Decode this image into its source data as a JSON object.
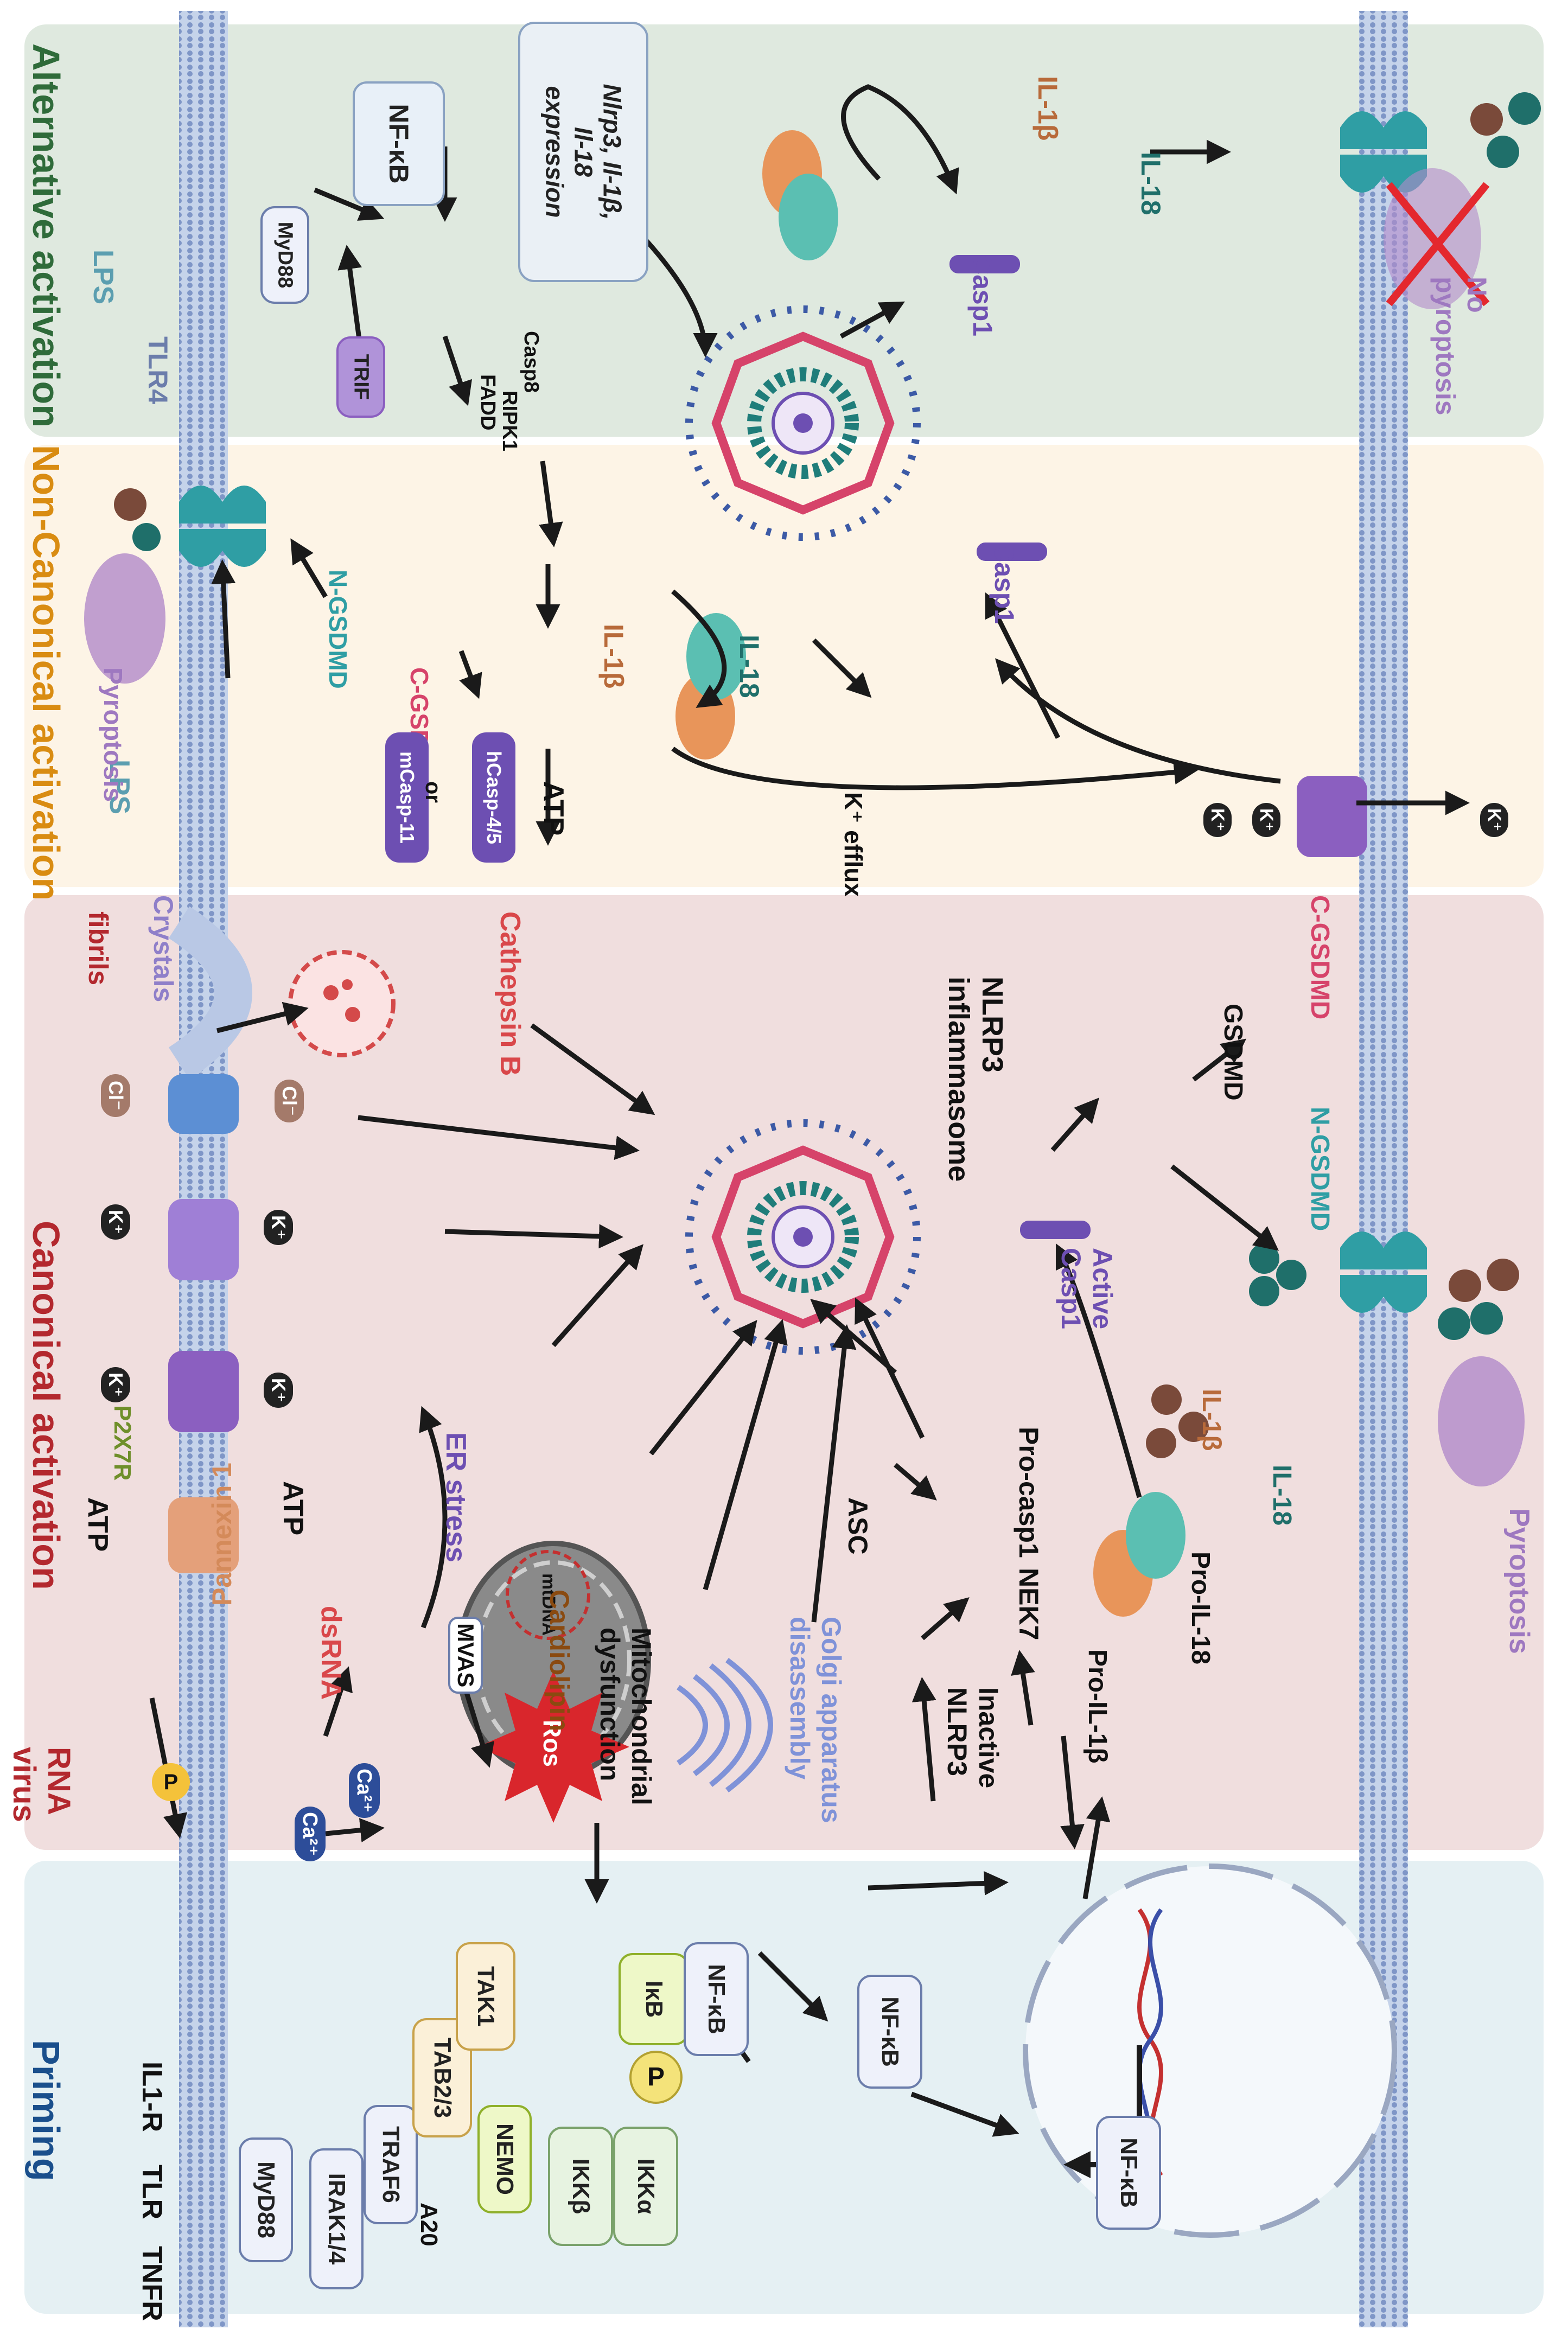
{
  "panels": {
    "priming": {
      "title": "Priming",
      "color": "#1a4f8c",
      "bg": "#e5f0f3"
    },
    "canonical": {
      "title": "Canonical activation",
      "color": "#b3282e",
      "bg": "#f0dede"
    },
    "noncanonical": {
      "title": "Non-Canonical activation",
      "color": "#d98c12",
      "bg": "#fdf4e6"
    },
    "alternative": {
      "title": "Alternative activation",
      "color": "#2f6b3a",
      "bg": "#dfe9df"
    }
  },
  "priming": {
    "tnfr": "TNFR",
    "tlr": "TLR",
    "il1r": "IL1-R",
    "myd88": "MyD88",
    "irak": "IRAK1/4",
    "traf6": "TRAF6",
    "tab": "TAB2/3",
    "tak1": "TAK1",
    "a20": "A20",
    "nemo": "NEMO",
    "ikka": "IKKα",
    "ikkb": "IKKβ",
    "p": "P",
    "ikb": "IκB",
    "nfkb1": "NF-κB",
    "nfkb2": "NF-κB",
    "nfkb3": "NF-κB"
  },
  "canonical": {
    "rna_virus": "RNA\nvirus",
    "p": "P",
    "ca1": "Ca²⁺",
    "ca2": "Ca²⁺",
    "dsrna": "dsRNA",
    "mvas": "MVAS",
    "mtdna": "mtDNA",
    "ros": "Ros",
    "cardiolipin": "Cardiolipin",
    "mito": "Mitochondrial\ndysfunction",
    "golgi": "Golgi apparatus\ndisassembly",
    "er": "ER stress",
    "pannexin": "Pannexin 1",
    "atp1": "ATP",
    "atp2": "ATP",
    "p2x7r": "P2X7R",
    "k": "K⁺",
    "cl": "Cl⁻",
    "fibrils": "fibrils",
    "crystals": "Crystals",
    "cathepsin": "Cathepsin B",
    "nlrp3": "NLRP3\ninflammasome",
    "inactive": "Inactive\nNLRP3",
    "asc": "ASC",
    "nek7": "NEK7",
    "procasp1": "Pro-casp1",
    "activecasp1": "Active\nCasp1",
    "proil1b": "Pro-IL-1β",
    "proil18": "Pro-IL-18",
    "il1b": "IL-1β",
    "il18": "IL-18",
    "gsdmd": "GSDMD",
    "cgsdmd": "C-GSDMD",
    "ngsdmd": "N-GSDMD",
    "pyroptosis": "Pyroptosis"
  },
  "noncanonical": {
    "lps": "LPS",
    "pyroptosis": "Pyroptosis",
    "ngsdmd": "N-GSDMD",
    "cgsdmd": "C-GSDMD",
    "mcasp": "mCasp-11",
    "or": "or",
    "hcasp": "hCasp-4/5",
    "atp": "ATP",
    "il18": "IL-18",
    "il1b": "IL-1β",
    "casp1": "Casp1",
    "kefflux": "K⁺ efflux",
    "k": "K⁺"
  },
  "alternative": {
    "lps": "LPS",
    "tlr4": "TLR4",
    "myd88": "MyD88",
    "nfkb": "NF-κB",
    "expression": "Nlrp3, Il-1β,\nIl-18\nexpression",
    "trif": "TRIF",
    "fadd": "FADD",
    "casp8": "Casp8",
    "ripk1": "RIPK1",
    "casp1": "Casp1",
    "il1b": "IL-1β",
    "il18": "IL-18",
    "nopyro": "No\npyroptosis"
  }
}
